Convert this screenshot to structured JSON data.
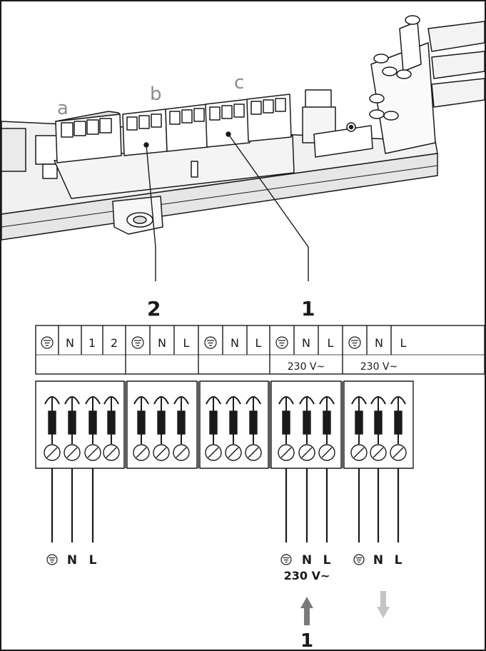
{
  "photo_labels": {
    "a": "a",
    "b": "b",
    "c": "c"
  },
  "callouts": {
    "two": "2",
    "one": "1"
  },
  "terminal_groups": [
    {
      "cells": [
        "N",
        "1",
        "2"
      ],
      "voltage": ""
    },
    {
      "cells": [
        "N",
        "L"
      ],
      "voltage": ""
    },
    {
      "cells": [
        "N",
        "L"
      ],
      "voltage": ""
    },
    {
      "cells": [
        "N",
        "L"
      ],
      "voltage": "230 V~"
    },
    {
      "cells": [
        "N",
        "L"
      ],
      "voltage": "230 V~"
    }
  ],
  "wire_labels_left": [
    "N",
    "L"
  ],
  "wire_labels_mid": [
    "N",
    "L"
  ],
  "wire_labels_right": [
    "N",
    "L"
  ],
  "bottom_voltage": "230 V~",
  "bottom_callout": "1",
  "colors": {
    "line": "#1a1a1a",
    "label_gray": "#8c8c8c",
    "arrow_dark": "#7a7a7a",
    "arrow_light": "#c4c4c4",
    "terminal_fill": "#1a1a1a"
  }
}
